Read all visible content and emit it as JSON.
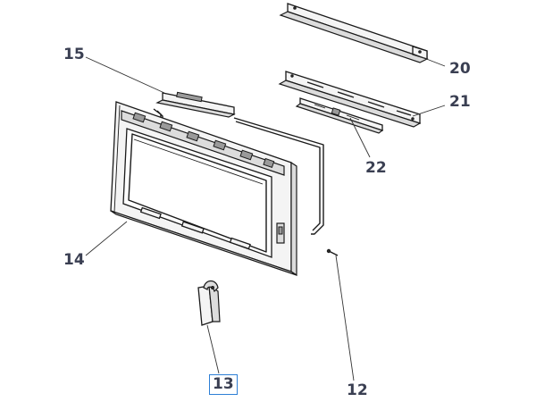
{
  "callouts": [
    {
      "id": "c15",
      "label": "15"
    },
    {
      "id": "c20",
      "label": "20"
    },
    {
      "id": "c21",
      "label": "21"
    },
    {
      "id": "c22",
      "label": "22"
    },
    {
      "id": "c14",
      "label": "14"
    },
    {
      "id": "c13",
      "label": "13",
      "selected": true
    },
    {
      "id": "c12",
      "label": "12"
    }
  ],
  "colors": {
    "callout_text": "#3a3f52",
    "selection_border": "#2d7fd6"
  }
}
